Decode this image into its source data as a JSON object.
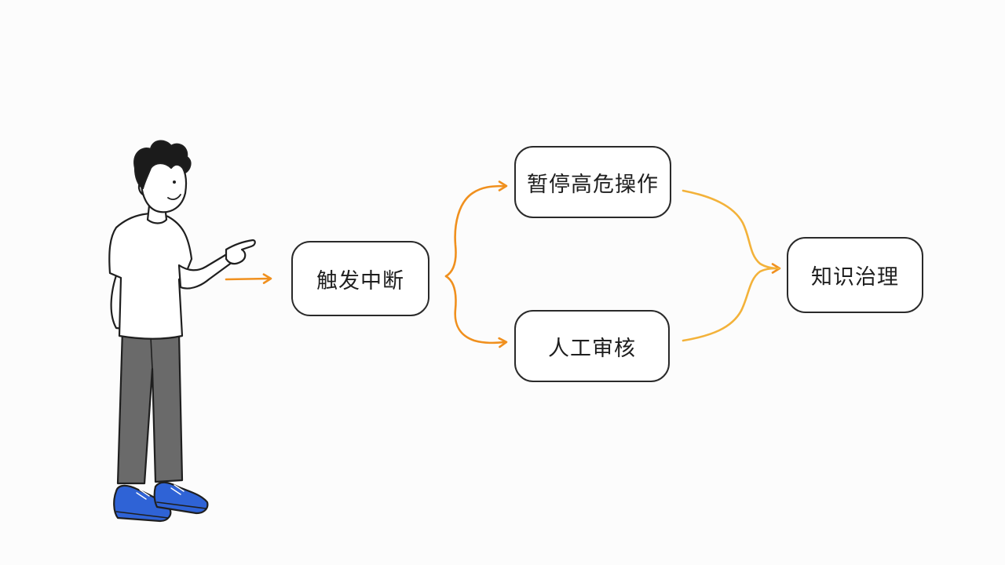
{
  "diagram": {
    "nodes": {
      "trigger": {
        "label": "触发中断"
      },
      "pause": {
        "label": "暂停高危操作"
      },
      "review": {
        "label": "人工审核"
      },
      "govern": {
        "label": "知识治理"
      }
    },
    "edges": [
      {
        "from": "person",
        "to": "trigger"
      },
      {
        "from": "trigger",
        "to": "pause"
      },
      {
        "from": "trigger",
        "to": "review"
      },
      {
        "from": "pause",
        "to": "govern"
      },
      {
        "from": "review",
        "to": "govern"
      }
    ],
    "colors": {
      "arrow": "#f0901e",
      "arrow_light": "#f3b23a",
      "outline": "#2a2a2a",
      "shirt": "#ffffff",
      "pants": "#6a6a6a",
      "shoes": "#2f63d6",
      "hair": "#1b1b1b"
    },
    "figure": {
      "name": "person-pointing",
      "pose": "pointing-right"
    }
  }
}
